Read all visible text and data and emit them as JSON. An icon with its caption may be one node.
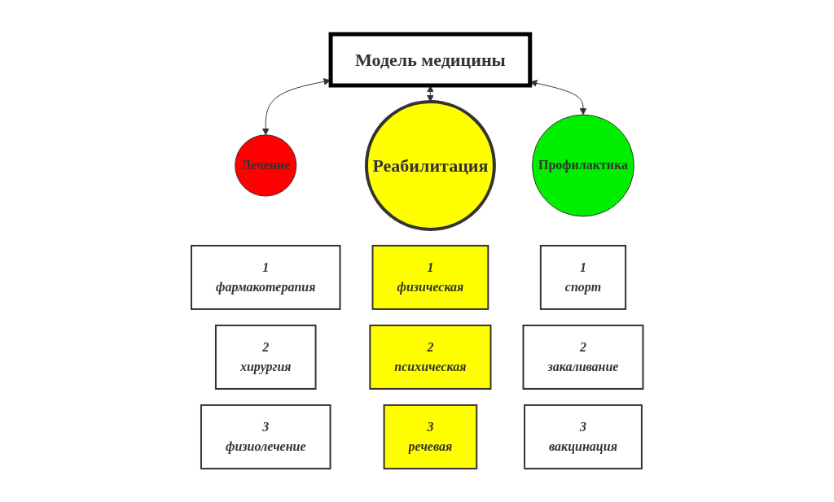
{
  "diagram": {
    "nodes": [
      {
        "text": [
          "Модель медицины"
        ]
      },
      {
        "text": [
          "Лечение"
        ]
      },
      {
        "text": [
          "1",
          "фармакотерапия"
        ]
      },
      {
        "text": [
          "2",
          "хирургия"
        ]
      },
      {
        "text": [
          "3",
          "физиолечение"
        ]
      },
      {
        "text": [
          "Реабилитация"
        ]
      },
      {
        "text": [
          "1",
          "физическая"
        ]
      },
      {
        "text": [
          "2",
          "психическая"
        ]
      },
      {
        "text": [
          "3",
          "речевая"
        ]
      },
      {
        "text": [
          "Профилактика"
        ]
      },
      {
        "text": [
          "1",
          "спорт"
        ]
      },
      {
        "text": [
          "2",
          "закаливание"
        ]
      },
      {
        "text": [
          "3",
          "вакцинация"
        ]
      }
    ],
    "edges": [
      {
        "from": 0,
        "to": 1,
        "arrow": "both"
      },
      {
        "from": 0,
        "to": 5,
        "arrow": "both"
      },
      {
        "from": 0,
        "to": 9,
        "arrow": "both"
      }
    ]
  }
}
